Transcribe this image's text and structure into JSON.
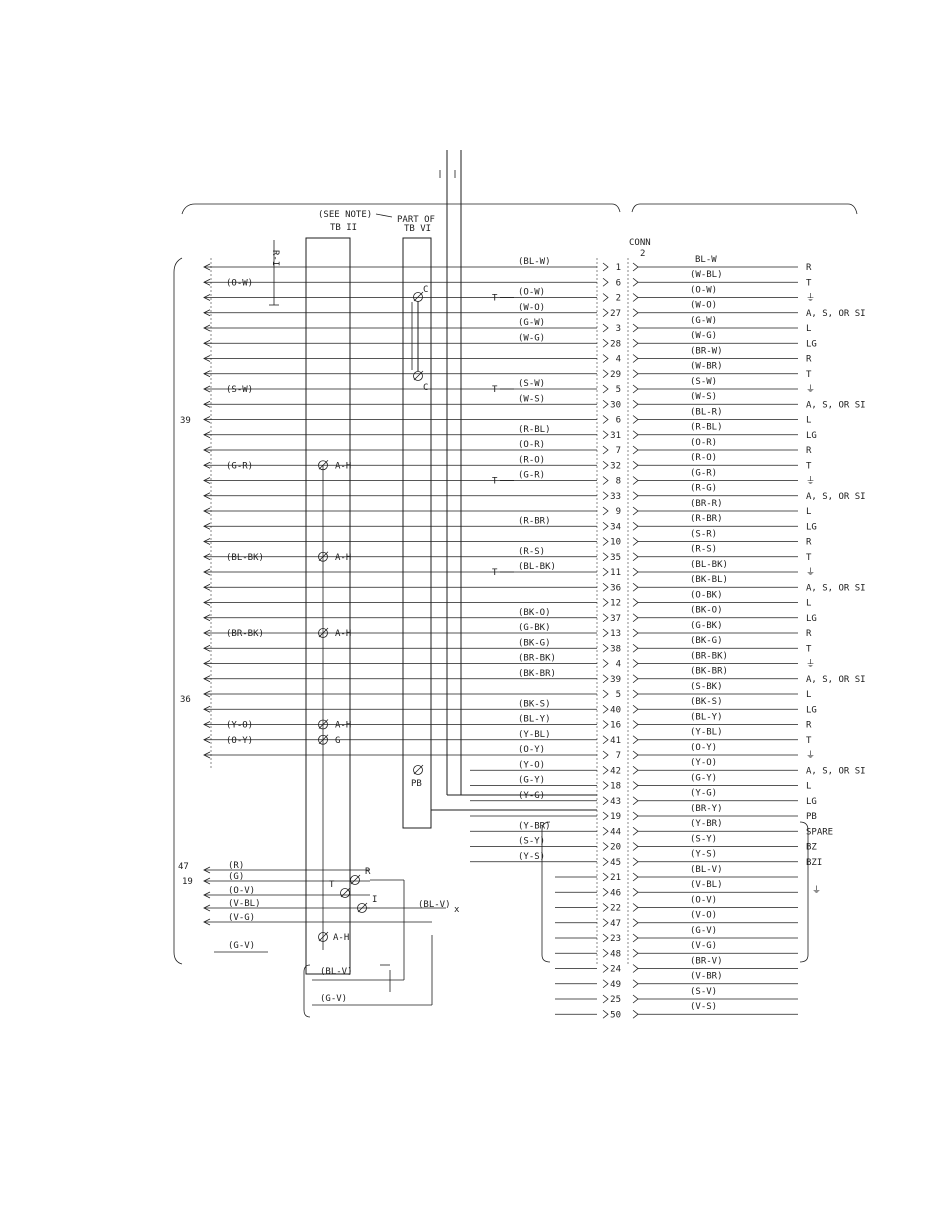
{
  "labels": {
    "see_note": "(SEE NOTE)",
    "part_of": "PART OF",
    "tb2": "TB II",
    "tb6": "TB VI",
    "conn_title": "CONN",
    "conn_num": "2",
    "r_vertical": "R-I",
    "num_39": "39",
    "num_36": "36",
    "num_47": "47",
    "num_19": "19",
    "pb": "PB",
    "bl_v_x": "(BL-V)",
    "x_mark": "x",
    "top_bl_w": "BL-W"
  },
  "left_codes": [
    {
      "row": 1,
      "text": "(O-W)"
    },
    {
      "row": 8,
      "text": "(S-W)"
    },
    {
      "row": 13,
      "text": "(G-R)"
    },
    {
      "row": 19,
      "text": "(BL-BK)"
    },
    {
      "row": 24,
      "text": "(BR-BK)"
    },
    {
      "row": 30,
      "text": "(Y-O)"
    },
    {
      "row": 31,
      "text": "(O-Y)"
    }
  ],
  "devices": [
    {
      "row": 13,
      "label": "A-H"
    },
    {
      "row": 19,
      "label": "A-H"
    },
    {
      "row": 24,
      "label": "A-H"
    },
    {
      "row": 30,
      "label": "A-H"
    },
    {
      "row": 31,
      "label": "G"
    }
  ],
  "rows": [
    {
      "mid": "(BL-W)",
      "pin": "1",
      "right": "(W-BL)",
      "end": "R"
    },
    {
      "mid": "",
      "pin": "6",
      "right": "(O-W)",
      "end": "T"
    },
    {
      "mid": "(O-W)",
      "pin": "2",
      "right": "(W-O)",
      "end": "⏚",
      "t": "T"
    },
    {
      "mid": "(W-O)",
      "pin": "27",
      "right": "(G-W)",
      "end": "A, S, OR SI"
    },
    {
      "mid": "(G-W)",
      "pin": "3",
      "right": "(W-G)",
      "end": "L"
    },
    {
      "mid": "(W-G)",
      "pin": "28",
      "right": "(BR-W)",
      "end": "LG"
    },
    {
      "mid": "",
      "pin": "4",
      "right": "(W-BR)",
      "end": "R"
    },
    {
      "mid": "",
      "pin": "29",
      "right": "(S-W)",
      "end": "T"
    },
    {
      "mid": "(S-W)",
      "pin": "5",
      "right": "(W-S)",
      "end": "⏚",
      "t": "T"
    },
    {
      "mid": "(W-S)",
      "pin": "30",
      "right": "(BL-R)",
      "end": "A, S, OR SI"
    },
    {
      "mid": "",
      "pin": "6",
      "right": "(R-BL)",
      "end": "L"
    },
    {
      "mid": "(R-BL)",
      "pin": "31",
      "right": "(O-R)",
      "end": "LG"
    },
    {
      "mid": "(O-R)",
      "pin": "7",
      "right": "(R-O)",
      "end": "R"
    },
    {
      "mid": "(R-O)",
      "pin": "32",
      "right": "(G-R)",
      "end": "T"
    },
    {
      "mid": "(G-R)",
      "pin": "8",
      "right": "(R-G)",
      "end": "⏚",
      "t": "T"
    },
    {
      "mid": "",
      "pin": "33",
      "right": "(BR-R)",
      "end": "A, S, OR SI"
    },
    {
      "mid": "",
      "pin": "9",
      "right": "(R-BR)",
      "end": "L"
    },
    {
      "mid": "(R-BR)",
      "pin": "34",
      "right": "(S-R)",
      "end": "LG"
    },
    {
      "mid": "",
      "pin": "10",
      "right": "(R-S)",
      "end": "R"
    },
    {
      "mid": "(R-S)",
      "pin": "35",
      "right": "(BL-BK)",
      "end": "T"
    },
    {
      "mid": "(BL-BK)",
      "pin": "11",
      "right": "(BK-BL)",
      "end": "⏚",
      "t": "T"
    },
    {
      "mid": "",
      "pin": "36",
      "right": "(O-BK)",
      "end": "A, S, OR SI"
    },
    {
      "mid": "",
      "pin": "12",
      "right": "(BK-O)",
      "end": "L"
    },
    {
      "mid": "(BK-O)",
      "pin": "37",
      "right": "(G-BK)",
      "end": "LG"
    },
    {
      "mid": "(G-BK)",
      "pin": "13",
      "right": "(BK-G)",
      "end": "R"
    },
    {
      "mid": "(BK-G)",
      "pin": "38",
      "right": "(BR-BK)",
      "end": "T"
    },
    {
      "mid": "(BR-BK)",
      "pin": "4",
      "right": "(BK-BR)",
      "end": "⏚"
    },
    {
      "mid": "(BK-BR)",
      "pin": "39",
      "right": "(S-BK)",
      "end": "A, S, OR SI"
    },
    {
      "mid": "",
      "pin": "5",
      "right": "(BK-S)",
      "end": "L"
    },
    {
      "mid": "(BK-S)",
      "pin": "40",
      "right": "(BL-Y)",
      "end": "LG"
    },
    {
      "mid": "(BL-Y)",
      "pin": "16",
      "right": "(Y-BL)",
      "end": "R"
    },
    {
      "mid": "(Y-BL)",
      "pin": "41",
      "right": "(O-Y)",
      "end": "T"
    },
    {
      "mid": "(O-Y)",
      "pin": "7",
      "right": "(Y-O)",
      "end": "⏚"
    },
    {
      "mid": "(Y-O)",
      "pin": "42",
      "right": "(G-Y)",
      "end": "A, S, OR SI"
    },
    {
      "mid": "(G-Y)",
      "pin": "18",
      "right": "(Y-G)",
      "end": "L"
    },
    {
      "mid": "(Y-G)",
      "pin": "43",
      "right": "(BR-Y)",
      "end": "LG"
    },
    {
      "mid": "",
      "pin": "19",
      "right": "(Y-BR)",
      "end": "PB"
    },
    {
      "mid": "(Y-BR)",
      "pin": "44",
      "right": "(S-Y)",
      "end": "SPARE"
    },
    {
      "mid": "(S-Y)",
      "pin": "20",
      "right": "(Y-S)",
      "end": "BZ"
    },
    {
      "mid": "(Y-S)",
      "pin": "45",
      "right": "(BL-V)",
      "end": "BZI"
    },
    {
      "mid": "",
      "pin": "21",
      "right": "(V-BL)",
      "end": ""
    },
    {
      "mid": "",
      "pin": "46",
      "right": "(O-V)",
      "end": ""
    },
    {
      "mid": "",
      "pin": "22",
      "right": "(V-O)",
      "end": ""
    },
    {
      "mid": "",
      "pin": "47",
      "right": "(G-V)",
      "end": ""
    },
    {
      "mid": "",
      "pin": "23",
      "right": "(V-G)",
      "end": ""
    },
    {
      "mid": "",
      "pin": "48",
      "right": "(BR-V)",
      "end": ""
    },
    {
      "mid": "",
      "pin": "24",
      "right": "(V-BR)",
      "end": ""
    },
    {
      "mid": "",
      "pin": "49",
      "right": "(S-V)",
      "end": ""
    },
    {
      "mid": "",
      "pin": "25",
      "right": "(V-S)",
      "end": ""
    },
    {
      "mid": "",
      "pin": "50",
      "right": "",
      "end": ""
    }
  ],
  "bottom": {
    "left_codes": [
      "(R)",
      "(G)",
      "(O-V)",
      "(V-BL)",
      "(V-G)",
      "(G-V)"
    ],
    "sw_labels": [
      "R",
      "T",
      "I",
      "A-H"
    ],
    "bracket_bl_v": "(BL-V)",
    "bracket_g_v": "(G-V)",
    "ground_symbol": "⏚"
  }
}
